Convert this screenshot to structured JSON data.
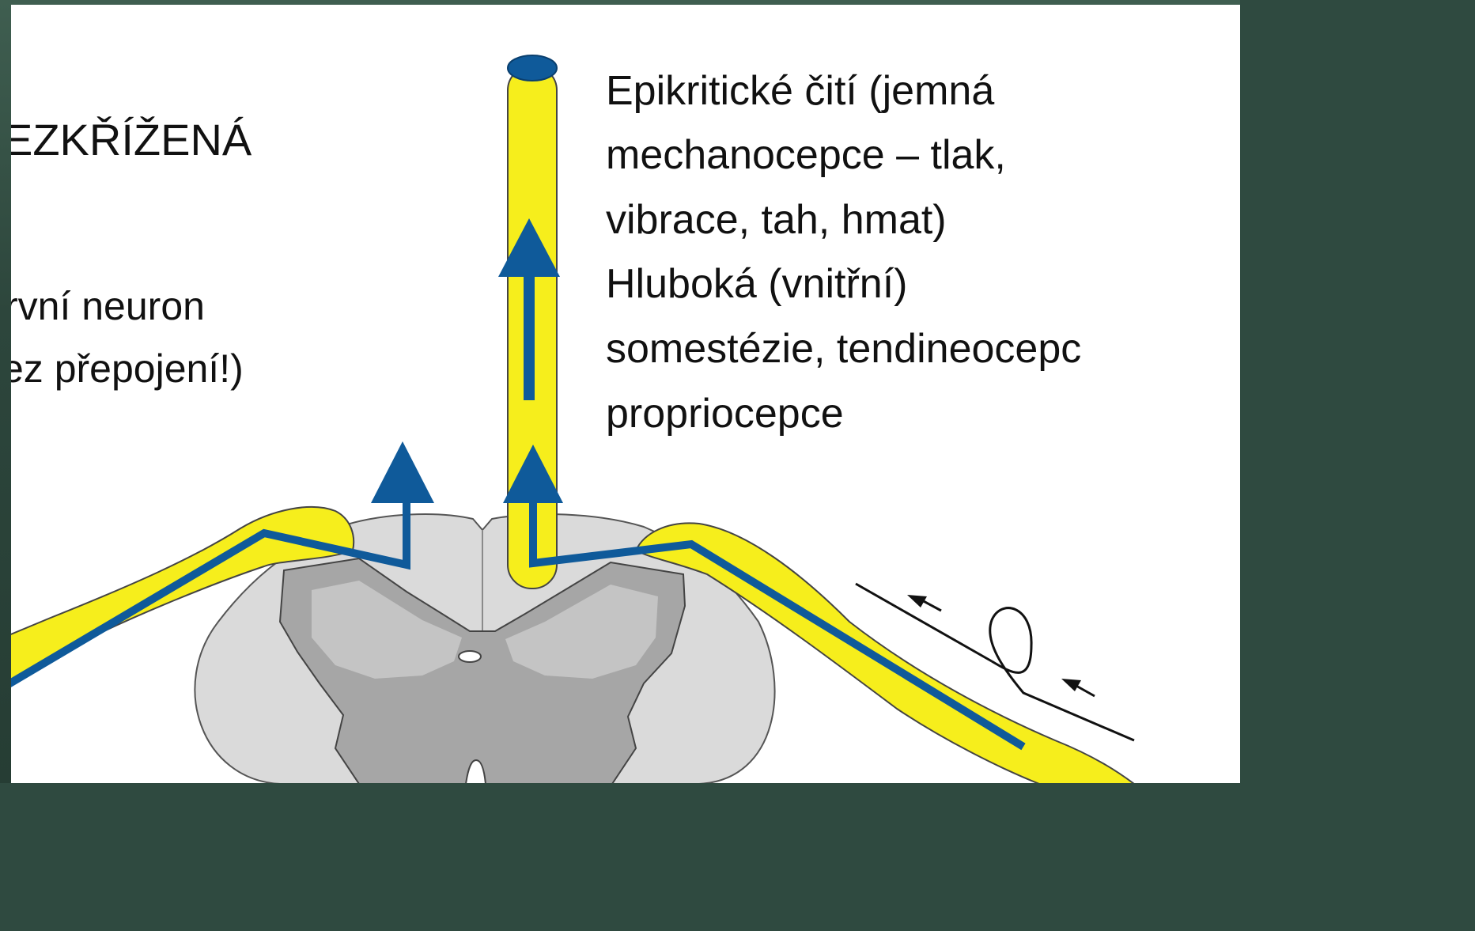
{
  "labels": {
    "left_title": "EZKŘÍŽENÁ",
    "left_line1": "rvní neuron",
    "left_line2": "ez přepojení!)",
    "right_line1": "Epikritické čití (jemná",
    "right_line2": "mechanocepce – tlak,",
    "right_line3": "vibrace, tah, hmat)",
    "right_line4": "Hluboká (vnitřní)",
    "right_line5": "somestézie, tendineocepc",
    "right_line6": "propriocepce"
  },
  "colors": {
    "pathway_blue": "#0f5a9a",
    "nerve_yellow": "#f6ee1c",
    "white_matter": "#dadada",
    "grey_matter": "#a6a6a6",
    "outline": "#555555",
    "frame_green": "#2f4a40"
  },
  "icons": {
    "stretch_receptor": "coil-receptor-icon"
  }
}
